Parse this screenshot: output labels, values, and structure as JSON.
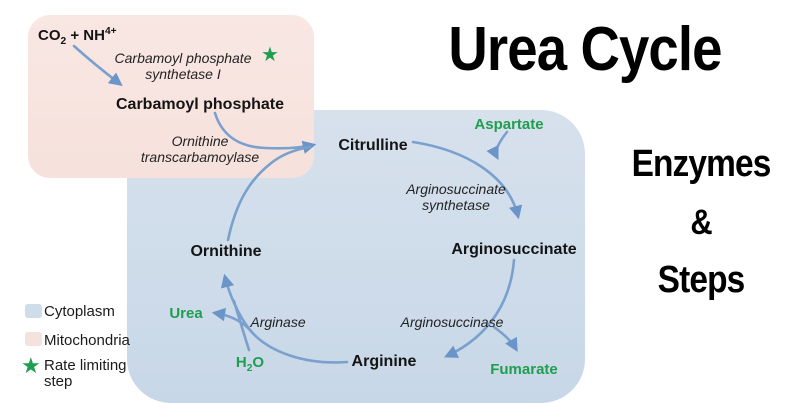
{
  "title": "Urea Cycle",
  "subtitle": {
    "line1": "Enzymes",
    "line2": "&",
    "line3": "Steps"
  },
  "colors": {
    "cytoplasm_bg": "#cedcea",
    "mitochondria_bg": "#f8e5e1",
    "green": "#1f9e50",
    "arrow_stroke": "#7aa0cd",
    "arrow_head": "#6b94c9",
    "text": "#141414"
  },
  "mitochondria": {
    "substrate": {
      "pre": "CO",
      "sub": "2",
      "mid": " + NH",
      "sup": "4+"
    },
    "enzyme_cps1_line1": "Carbamoyl phosphate",
    "enzyme_cps1_line2": "synthetase I",
    "rate_limiting_star": "★",
    "product": "Carbamoyl phosphate",
    "enzyme_otc_line1": "Ornithine",
    "enzyme_otc_line2": "transcarbamoylase"
  },
  "cycle": {
    "citrulline": "Citrulline",
    "aspartate": "Aspartate",
    "enzyme_ass_line1": "Arginosuccinate",
    "enzyme_ass_line2": "synthetase",
    "arginosuccinate": "Arginosuccinate",
    "enzyme_asl": "Arginosuccinase",
    "fumarate": "Fumarate",
    "arginine": "Arginine",
    "enzyme_arginase": "Arginase",
    "urea": "Urea",
    "h2o": {
      "pre": "H",
      "sub": "2",
      "post": "O"
    },
    "ornithine": "Ornithine"
  },
  "legend": [
    {
      "icon": "cytoplasm-swatch",
      "label": "Cytoplasm"
    },
    {
      "icon": "mitochondria-swatch",
      "label": "Mitochondria"
    },
    {
      "icon": "rate-limiting-star",
      "label": "Rate limiting step",
      "star": "★"
    }
  ]
}
